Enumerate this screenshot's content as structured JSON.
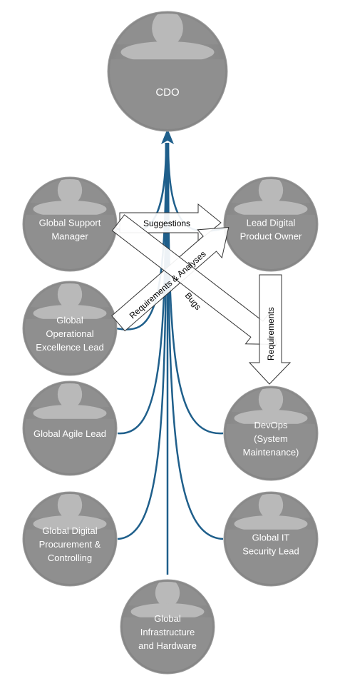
{
  "nodes": [
    {
      "id": "cdo",
      "lines": [
        "CDO"
      ]
    },
    {
      "id": "global-support-manager",
      "lines": [
        "Global Support",
        "Manager"
      ]
    },
    {
      "id": "lead-digital-product-owner",
      "lines": [
        "Lead Digital",
        "Product Owner"
      ]
    },
    {
      "id": "global-operational-excellence-lead",
      "lines": [
        "Global",
        "Operational",
        "Excellence Lead"
      ]
    },
    {
      "id": "global-agile-lead",
      "lines": [
        "Global Agile Lead"
      ]
    },
    {
      "id": "devops",
      "lines": [
        "DevOps",
        "(System",
        "Maintenance)"
      ]
    },
    {
      "id": "global-digital-procurement",
      "lines": [
        "Global Digital",
        "Procurement &",
        "Controlling"
      ]
    },
    {
      "id": "global-it-security-lead",
      "lines": [
        "Global IT",
        "Security Lead"
      ]
    },
    {
      "id": "global-infrastructure",
      "lines": [
        "Global",
        "Infrastructure",
        "and Hardware"
      ]
    }
  ],
  "arrows": {
    "suggestions": "Suggestions",
    "requirements_analyses": "Requirements & Analyses",
    "bugs": "Bugs",
    "requirements": "Requirements"
  },
  "colors": {
    "node_fill": "#8f8f8f",
    "node_light": "#b9b9b9",
    "connector": "#1f5f8b"
  }
}
